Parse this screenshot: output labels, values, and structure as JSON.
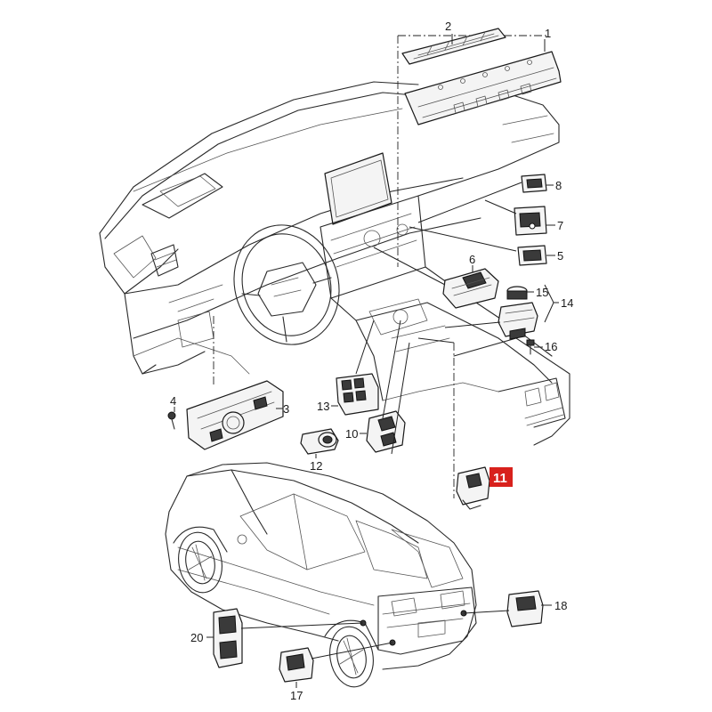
{
  "diagram": {
    "highlighted_part": "11",
    "highlight_color": "#d8211c",
    "line_color": "#2a2a2a",
    "callouts": {
      "c1": "1",
      "c2": "2",
      "c3": "3",
      "c4": "4",
      "c5": "5",
      "c6": "6",
      "c7": "7",
      "c8": "8",
      "c10": "10",
      "c11": "11",
      "c12": "12",
      "c13": "13",
      "c14": "14",
      "c15": "15",
      "c16": "16",
      "c17": "17",
      "c18": "18",
      "c20": "20"
    }
  }
}
